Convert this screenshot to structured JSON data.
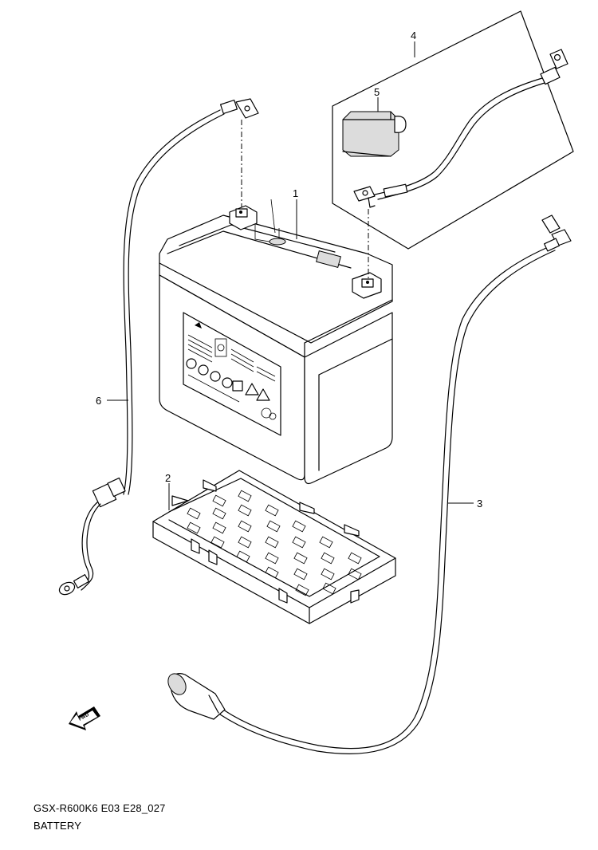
{
  "caption": {
    "model_code": "GSX-R600K6 E03 E28_027",
    "title": "BATTERY"
  },
  "callouts": [
    {
      "id": "battery",
      "label": "1"
    },
    {
      "id": "tray",
      "label": "2"
    },
    {
      "id": "negative-cable",
      "label": "3"
    },
    {
      "id": "positive-cable-assembly",
      "label": "4"
    },
    {
      "id": "terminal-cover",
      "label": "5"
    },
    {
      "id": "ground-lead",
      "label": "6"
    }
  ],
  "arrow": {
    "label": "FWD",
    "icon": "forward-arrow-icon"
  }
}
